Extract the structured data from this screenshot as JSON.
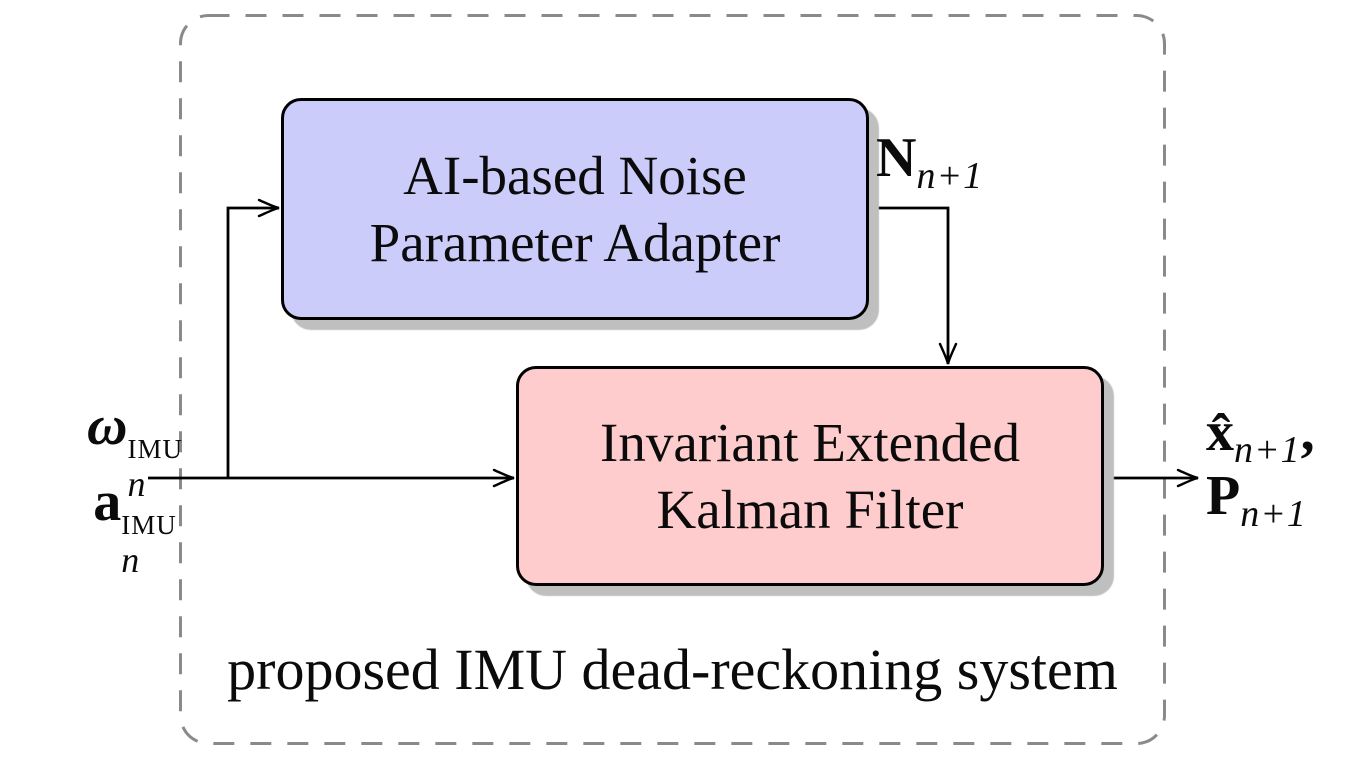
{
  "diagram": {
    "caption": "proposed IMU dead-reckoning system",
    "adapter_box": {
      "line1": "AI-based Noise",
      "line2": "Parameter Adapter",
      "fill": "#ccccfb"
    },
    "filter_box": {
      "line1": "Invariant Extended",
      "line2": "Kalman Filter",
      "fill": "#fecccc"
    },
    "inputs": {
      "gyro": {
        "base": "ω",
        "sup": "IMU",
        "sub": "n"
      },
      "accel": {
        "base": "a",
        "sup": "IMU",
        "sub": "n"
      }
    },
    "noise_label": {
      "base": "N",
      "sub": "n+1"
    },
    "outputs": {
      "state": {
        "base": "x̂",
        "sub": "n+1",
        "suffix": ","
      },
      "covariance": {
        "base": "P",
        "sub": "n+1"
      }
    },
    "colors": {
      "boundary_dash": "#8a8a8a",
      "box_border": "#000000",
      "shadow": "#bfbfbf",
      "adapter_fill": "#ccccfb",
      "filter_fill": "#fecccc"
    }
  }
}
